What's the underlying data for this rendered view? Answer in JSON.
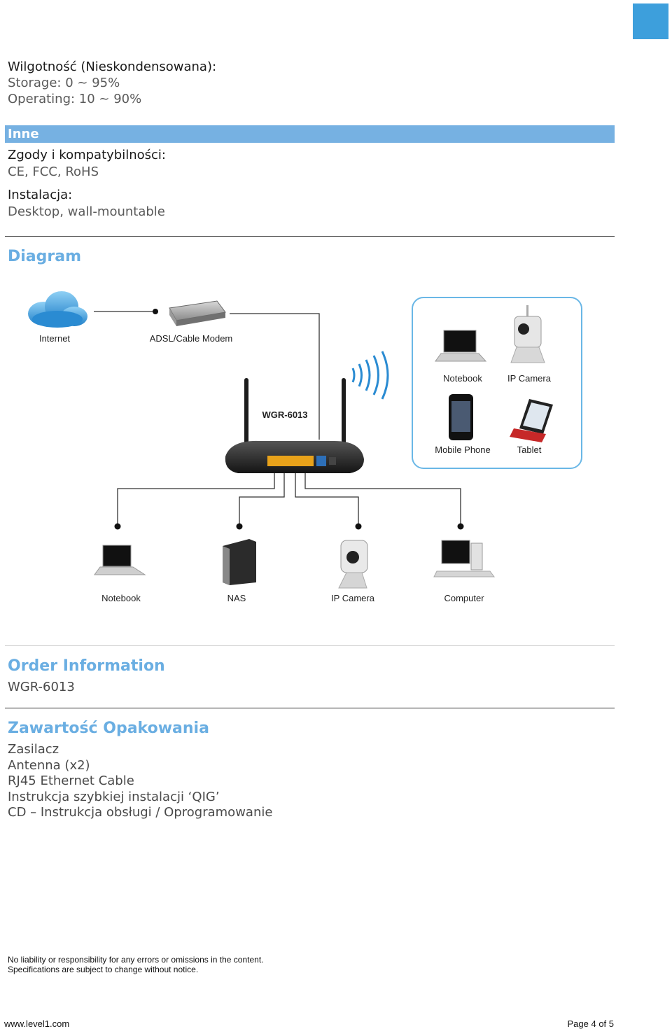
{
  "environment": {
    "label": "Wilgotność (Nieskondensowana):",
    "storage": "Storage: 0 ~ 95%",
    "operating": "Operating: 10 ~ 90%"
  },
  "other": {
    "header": "Inne",
    "cert_label": "Zgody i kompatybilności:",
    "cert_value": "CE, FCC, RoHS",
    "install_label": "Instalacja:",
    "install_value": "Desktop, wall-mountable"
  },
  "diagram": {
    "heading": "Diagram",
    "internet": "Internet",
    "modem": "ADSL/Cable Modem",
    "router": "WGR-6013",
    "wireless": [
      "Notebook",
      "IP Camera",
      "Mobile Phone",
      "Tablet"
    ],
    "wired": [
      "Notebook",
      "NAS",
      "IP Camera",
      "Computer"
    ]
  },
  "order": {
    "heading": "Order Information",
    "model": "WGR-6013"
  },
  "package": {
    "heading": "Zawartość Opakowania",
    "items": [
      "Zasilacz",
      "Antenna (x2)",
      "RJ45 Ethernet Cable",
      "Instrukcja szybkiej instalacji ‘QIG’",
      "CD – Instrukcja obsługi / Oprogramowanie"
    ]
  },
  "footer": {
    "disclaimer1": "No liability or responsibility for any errors or omissions in the content.",
    "disclaimer2": "Specifications are subject to change without notice.",
    "website": "www.level1.com",
    "page": "Page 4 of 5"
  },
  "colors": {
    "accent": "#76b1e2",
    "heading": "#6aaee2",
    "corner": "#3d9fdc"
  }
}
